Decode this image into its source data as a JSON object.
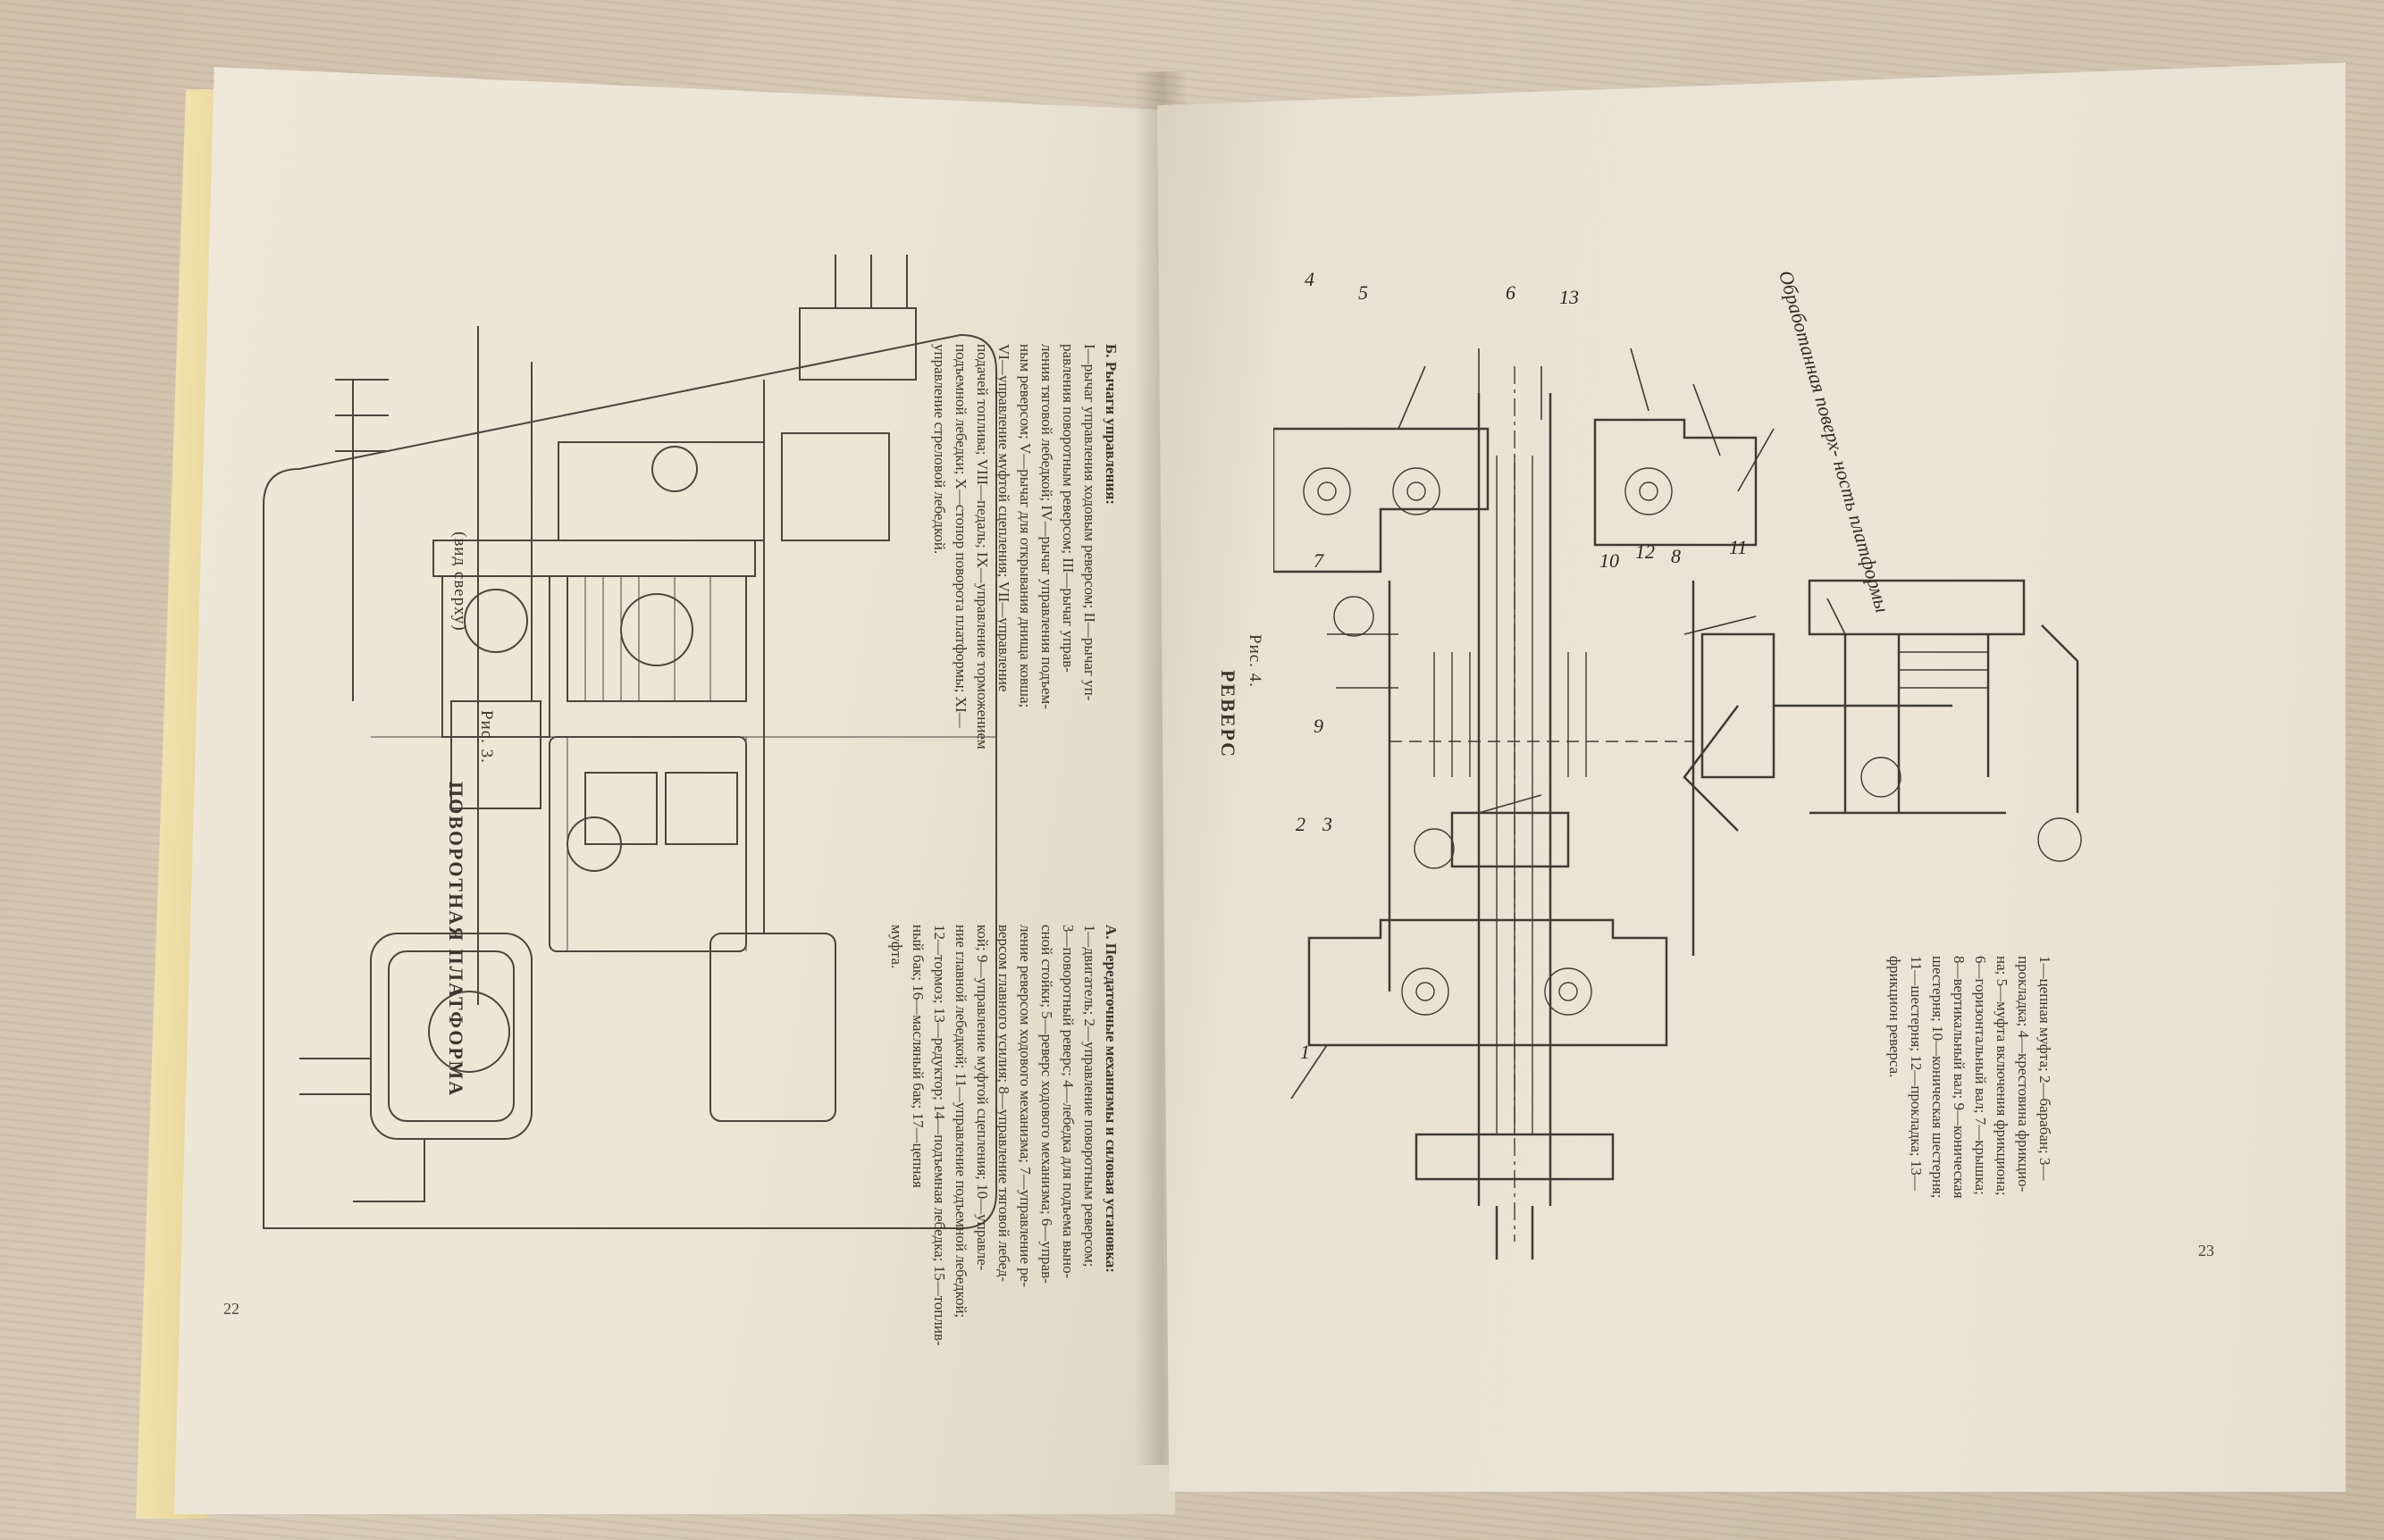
{
  "left_page": {
    "figure_number": "Рис. 3.",
    "figure_title": "ПОВОРОТНАЯ ПЛАТФОРМА",
    "figure_subtitle": "(вид сверху)",
    "section_a_title": "А. Передаточные механизмы и силовая установка:",
    "section_a_lines": [
      "1—двигатель; 2—управление поворотным реверсом;",
      "3—поворотный реверс; 4—лебедка для подъема выно-",
      "сной стойки; 5—реверс ходового механизма; 6—управ-",
      "ление реверсом ходового механизма; 7—управление ре-",
      "версом главного усилия; 8—управление тяговой лебед-",
      "кой; 9—управление муфтой сцепления; 10—управле-",
      "ние главной лебедкой; 11—управление подъемной лебедкой;",
      "12—тормоз; 13—редуктор; 14—подъемная лебедка; 15—топлив-",
      "ный бак; 16—масляный бак; 17—цепная",
      "муфта."
    ],
    "section_b_title": "Б. Рычаги управления:",
    "section_b_lines": [
      "I—рычаг управления ходовым реверсом; II—рычаг уп-",
      "равления поворотным реверсом; III—рычаг управ-",
      "ления тяговой лебедкой; IV—рычаг управления подъем-",
      "ным реверсом; V—рычаг для открывания днища ковша;",
      "VI—управление муфтой сцепления; VII—управление",
      "подачей топлива; VIII—педаль; IX—управление торможением",
      "подъемной лебедки; X—стопор поворота платформы; XI—",
      "управление стреловой лебедкой."
    ],
    "page_number": "22"
  },
  "right_page": {
    "figure_number": "Рис. 4.",
    "figure_title": "РЕВЕРС",
    "side_label": "Обработанная поверх- ность платформы",
    "callouts": [
      "1",
      "2",
      "3",
      "4",
      "5",
      "6",
      "7",
      "8",
      "9",
      "10",
      "11",
      "12",
      "13"
    ],
    "legend_lines": [
      "1—цепная муфта; 2—барабан; 3—",
      "прокладка; 4—крестовина фрикцио-",
      "на; 5—муфта включения фрикциона;",
      "6—горизонтальный вал; 7—крышка;",
      "8—вертикальный вал; 9—коническая",
      "шестерня; 10—коническая шестерня;",
      "11—шестерня; 12—прокладка; 13—",
      "фрикцион реверса."
    ],
    "page_number": "23"
  }
}
